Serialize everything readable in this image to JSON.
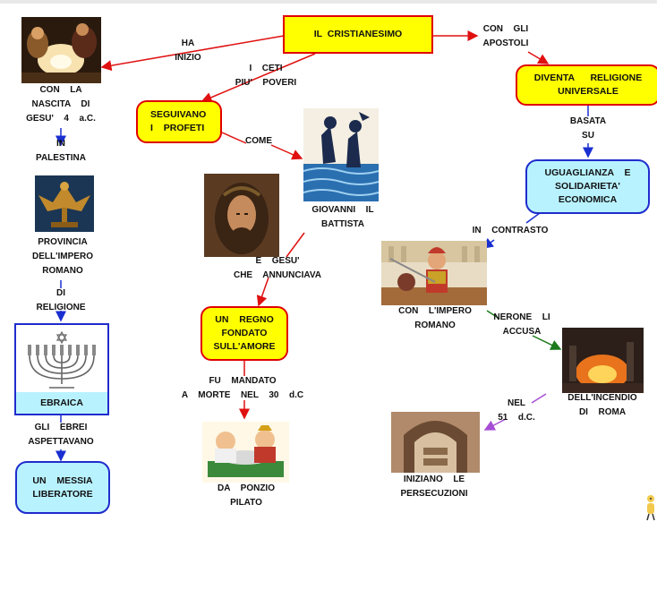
{
  "title": "IL CRISTIANESIMO",
  "nodes": {
    "seguivano": "SEGUIVANO\nI  PROFETI",
    "diventa": "DIVENTA   RELIGIONE\nUNIVERSALE",
    "uguaglianza": "UGUAGLIANZA  E\nSOLIDARIETA'\nECONOMICA",
    "regno": "UN  REGNO\nFONDATO\nSULL'AMORE",
    "ebraica": "EBRAICA",
    "messia": "UN  MESSIA\nLIBERATORE"
  },
  "labels": {
    "ha_inizio": "HA\nINIZIO",
    "con_gli_apostoli": "CON  GLI\nAPOSTOLI",
    "i_ceti": "I  CETI\nPIU'  POVERI",
    "nascita": "CON  LA\nNASCITA  DI\nGESU'  4  a.C.",
    "in_palestina": "IN\nPALESTINA",
    "provincia": "PROVINCIA\nDELL'IMPERO\nROMANO",
    "di_religione": "DI\nRELIGIONE",
    "gli_ebrei": "GLI  EBREI\nASPETTAVANO",
    "come": "COME",
    "giovanni": "GIOVANNI  IL\nBATTISTA",
    "e_gesu": "E  GESU'\nCHE  ANNUNCIAVA",
    "fu_mandato": "FU  MANDATO\nA  MORTE  NEL  30  d.C",
    "ponzio": "DA  PONZIO\nPILATO",
    "basata_su": "BASATA\nSU",
    "in_contrasto": "IN  CONTRASTO",
    "impero_romano": "CON  L'IMPERO\nROMANO",
    "nerone": "NERONE  LI\nACCUSA",
    "incendio": "DELL'INCENDIO\nDI  ROMA",
    "nel_51": "NEL\n51  d.C.",
    "persecuzioni": "INIZIANO  LE\nPERSECUZIONI"
  },
  "colors": {
    "yellow_fill": "#ffff00",
    "red_border": "#e00000",
    "blue_fill": "#b8f2ff",
    "blue_border": "#1f2ccc",
    "arrow_red": "#e01010",
    "arrow_blue": "#1a2fd0",
    "arrow_green": "#1d7a1d",
    "arrow_purple": "#a64dd6"
  },
  "images": [
    "nativity-picture",
    "eagle-picture",
    "menorah-picture",
    "baptism-picture",
    "jesus-picture",
    "pilate-picture",
    "roman-soldier-picture",
    "fire-of-rome-picture",
    "catacomb-picture",
    "cartoon-figure-picture"
  ]
}
